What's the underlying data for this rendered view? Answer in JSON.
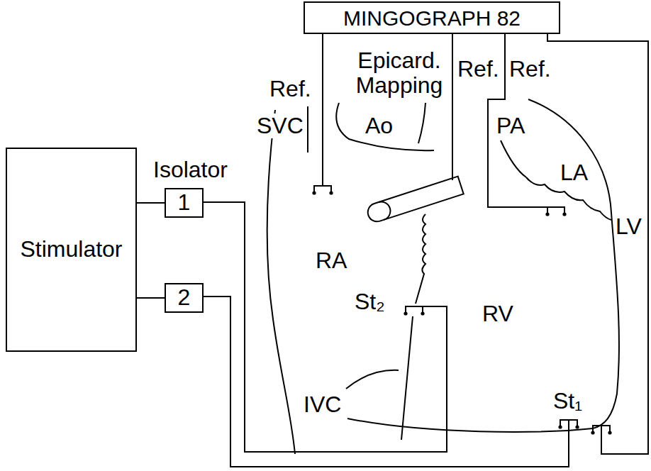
{
  "diagram": {
    "nodes": [
      {
        "text": [
          "MINGOGRAPH 82"
        ]
      },
      {
        "text": [
          "Stimulator"
        ]
      },
      {
        "text": [
          "1"
        ]
      },
      {
        "text": [
          "2"
        ]
      }
    ],
    "edges": [
      {
        "from": 1,
        "to": 2,
        "arrow": "none"
      },
      {
        "from": 1,
        "to": 3,
        "arrow": "none"
      }
    ],
    "labels": [
      "Ref.",
      "Epicard. Mapping",
      "Ref.",
      "Ref.",
      "SVC",
      "Ao",
      "PA",
      "LA",
      "LV",
      "Isolator",
      "RA",
      "St₂",
      "RV",
      "St₁",
      "IVC"
    ]
  }
}
